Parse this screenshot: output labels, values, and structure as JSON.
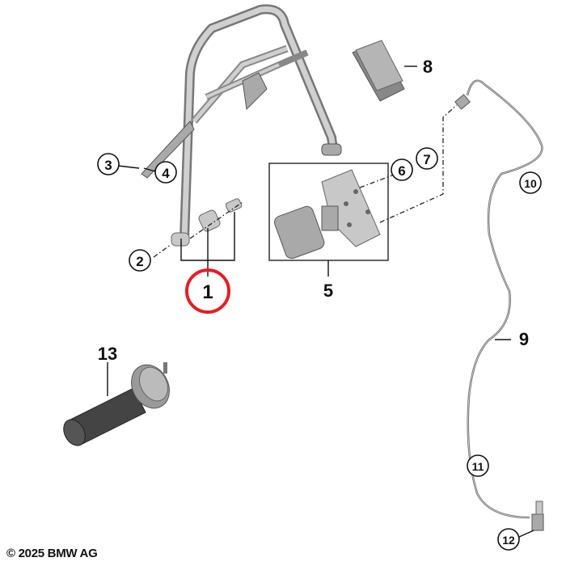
{
  "diagram": {
    "callouts": {
      "c1": "1",
      "c2": "2",
      "c3": "3",
      "c4": "4",
      "c5": "5",
      "c6": "6",
      "c7": "7",
      "c8": "8",
      "c9": "9",
      "c10": "10",
      "c11": "11",
      "c12": "12",
      "c13": "13"
    },
    "highlight_color": "#e31e24",
    "highlighted_callout": "1"
  },
  "footer": {
    "copyright": "© 2025 BMW AG"
  }
}
